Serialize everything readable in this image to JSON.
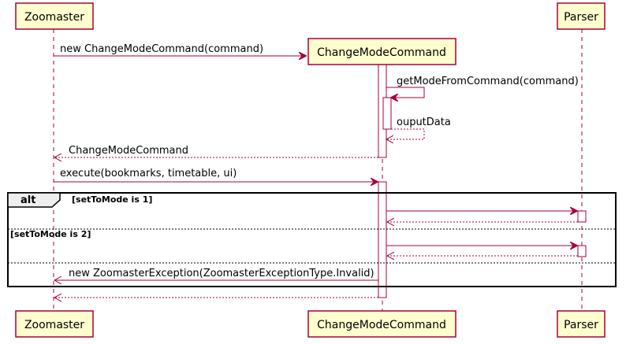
{
  "participants": {
    "zoomaster": "Zoomaster",
    "command": "ChangeModeCommand",
    "parser": "Parser"
  },
  "messages": {
    "create": "new ChangeModeCommand(command)",
    "get_mode": "getModeFromCommand(command)",
    "output": "ouputData",
    "return_command": "ChangeModeCommand",
    "execute": "execute(bookmarks, timetable, ui)",
    "exception": "new ZoomasterException(ZoomasterExceptionType.Invalid)"
  },
  "alt_frame": {
    "operator": "alt",
    "guard_1": "[setToMode is 1]",
    "guard_2": "[setToMode is 2]"
  },
  "colors": {
    "participant_fill": "#FEFECE",
    "line": "#A80036",
    "frame_tab": "#EEEEEE"
  }
}
